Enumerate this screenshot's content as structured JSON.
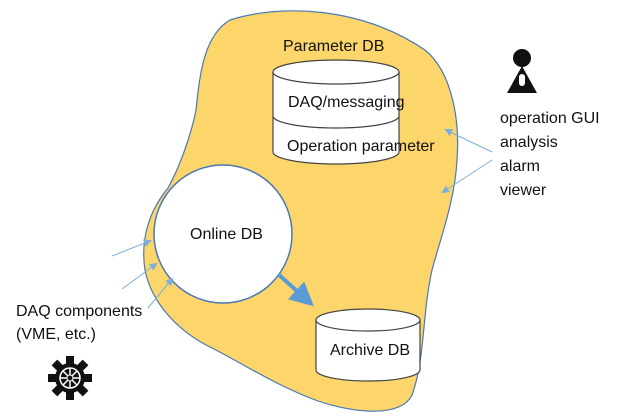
{
  "colors": {
    "blob_fill": "#FCD56B",
    "blob_stroke": "#4A79B5",
    "arrow": "#5B9BD5",
    "thin_arrow": "#7FAFD9",
    "db_stroke": "#444444",
    "white": "#FFFFFF",
    "ink": "#111111"
  },
  "diagram": {
    "parameter_db": {
      "title": "Parameter DB",
      "section_top": "DAQ/messaging",
      "section_bottom": "Operation parameter"
    },
    "online_db": {
      "label": "Online DB"
    },
    "archive_db": {
      "label": "Archive DB"
    },
    "daq_components": {
      "line1": "DAQ components",
      "line2": "(VME, etc.)",
      "icon": "gear-icon"
    },
    "user_side": {
      "icon": "person-icon",
      "items": [
        "operation GUI",
        "analysis",
        "alarm",
        "viewer"
      ]
    }
  }
}
